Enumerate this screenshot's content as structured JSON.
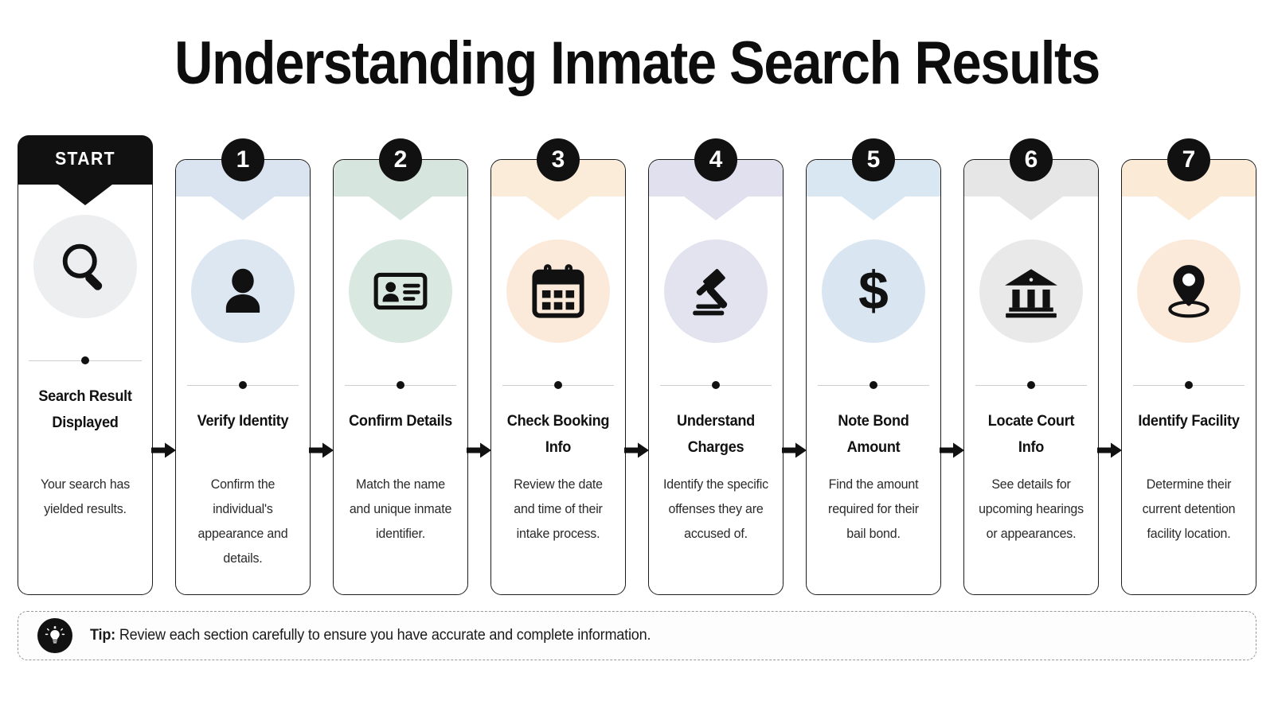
{
  "header": {
    "title": "Understanding Inmate Search Results"
  },
  "flow": {
    "start_label": "START",
    "steps": [
      {
        "number": "",
        "badge_kind": "start",
        "title": "Search Result Displayed",
        "description": "Your search has yielded results.",
        "icon": "magnifier-icon",
        "icon_bg": "#eceef0",
        "band_color": "#111111"
      },
      {
        "number": "1",
        "badge_kind": "number",
        "title": "Verify Identity",
        "description": "Confirm the individual's appearance and details.",
        "icon": "person-icon",
        "icon_bg": "#dce7f2",
        "band_color": "#d9e4f0"
      },
      {
        "number": "2",
        "badge_kind": "number",
        "title": "Confirm Details",
        "description": "Match the name and unique inmate identifier.",
        "icon": "id-card-icon",
        "icon_bg": "#d9e8e1",
        "band_color": "#d6e6de"
      },
      {
        "number": "3",
        "badge_kind": "number",
        "title": "Check Booking Info",
        "description": "Review the date and time of their intake process.",
        "icon": "calendar-icon",
        "icon_bg": "#fbeada",
        "band_color": "#fbecd9"
      },
      {
        "number": "4",
        "badge_kind": "number",
        "title": "Understand Charges",
        "description": "Identify the specific offenses they are accused of.",
        "icon": "gavel-icon",
        "icon_bg": "#e3e3f0",
        "band_color": "#e0e0ee"
      },
      {
        "number": "5",
        "badge_kind": "number",
        "title": "Note Bond Amount",
        "description": "Find the amount required for their bail bond.",
        "icon": "dollar-icon",
        "icon_bg": "#d9e6f2",
        "band_color": "#d8e7f1"
      },
      {
        "number": "6",
        "badge_kind": "number",
        "title": "Locate Court Info",
        "description": "See details for upcoming hearings or appearances.",
        "icon": "bank-icon",
        "icon_bg": "#e9e9e9",
        "band_color": "#e6e6e6"
      },
      {
        "number": "7",
        "badge_kind": "number",
        "title": "Identify Facility",
        "description": "Determine their current detention facility location.",
        "icon": "map-pin-icon",
        "icon_bg": "#fbeada",
        "band_color": "#fbebd6"
      }
    ],
    "arrow_icon": "arrow-right-icon",
    "arrow_count": 7
  },
  "tip": {
    "icon": "lightbulb-icon",
    "label": "Tip:",
    "text": " Review each section carefully to ensure you have accurate and complete information."
  },
  "colors": {
    "ink": "#111111",
    "card_border": "#1c1c1c",
    "divider": "#cfcfcf",
    "tip_border": "#9a9a9a",
    "background": "#ffffff"
  }
}
